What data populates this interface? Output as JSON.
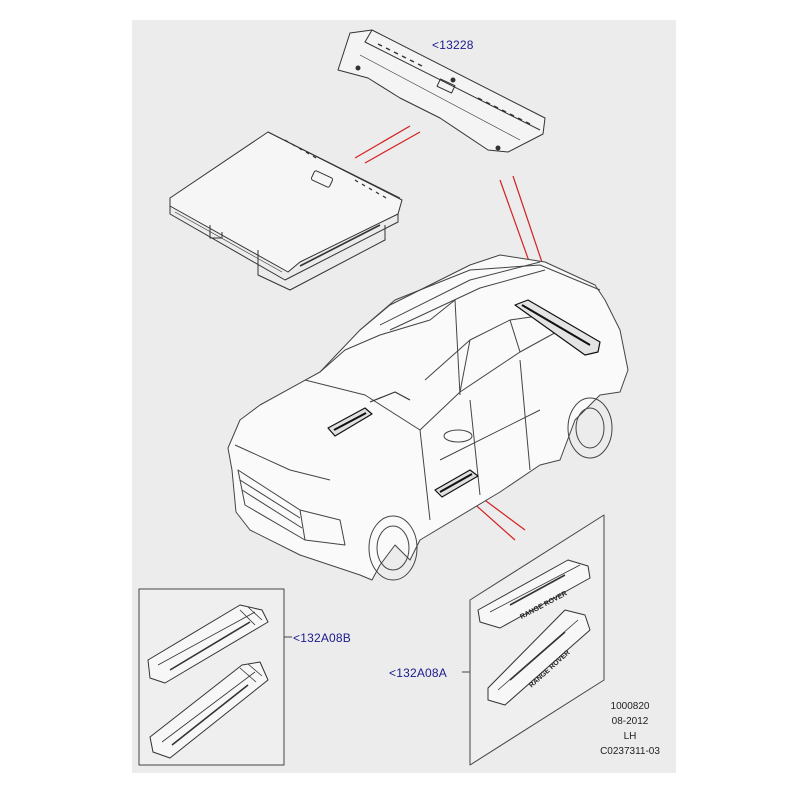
{
  "callouts": {
    "trim_panel": "<13228",
    "sill_plate_b": "<132A08B",
    "sill_plate_a": "<132A08A"
  },
  "sill_plate_lettering": "RANGE ROVER",
  "footer": {
    "ref_number": "1000820",
    "date": "08-2012",
    "side": "LH",
    "code": "C0237311-03"
  },
  "colors": {
    "background": "#ececec",
    "callout_text": "#1a1a8c",
    "leader_line": "#d42020",
    "line_art": "#333333"
  }
}
